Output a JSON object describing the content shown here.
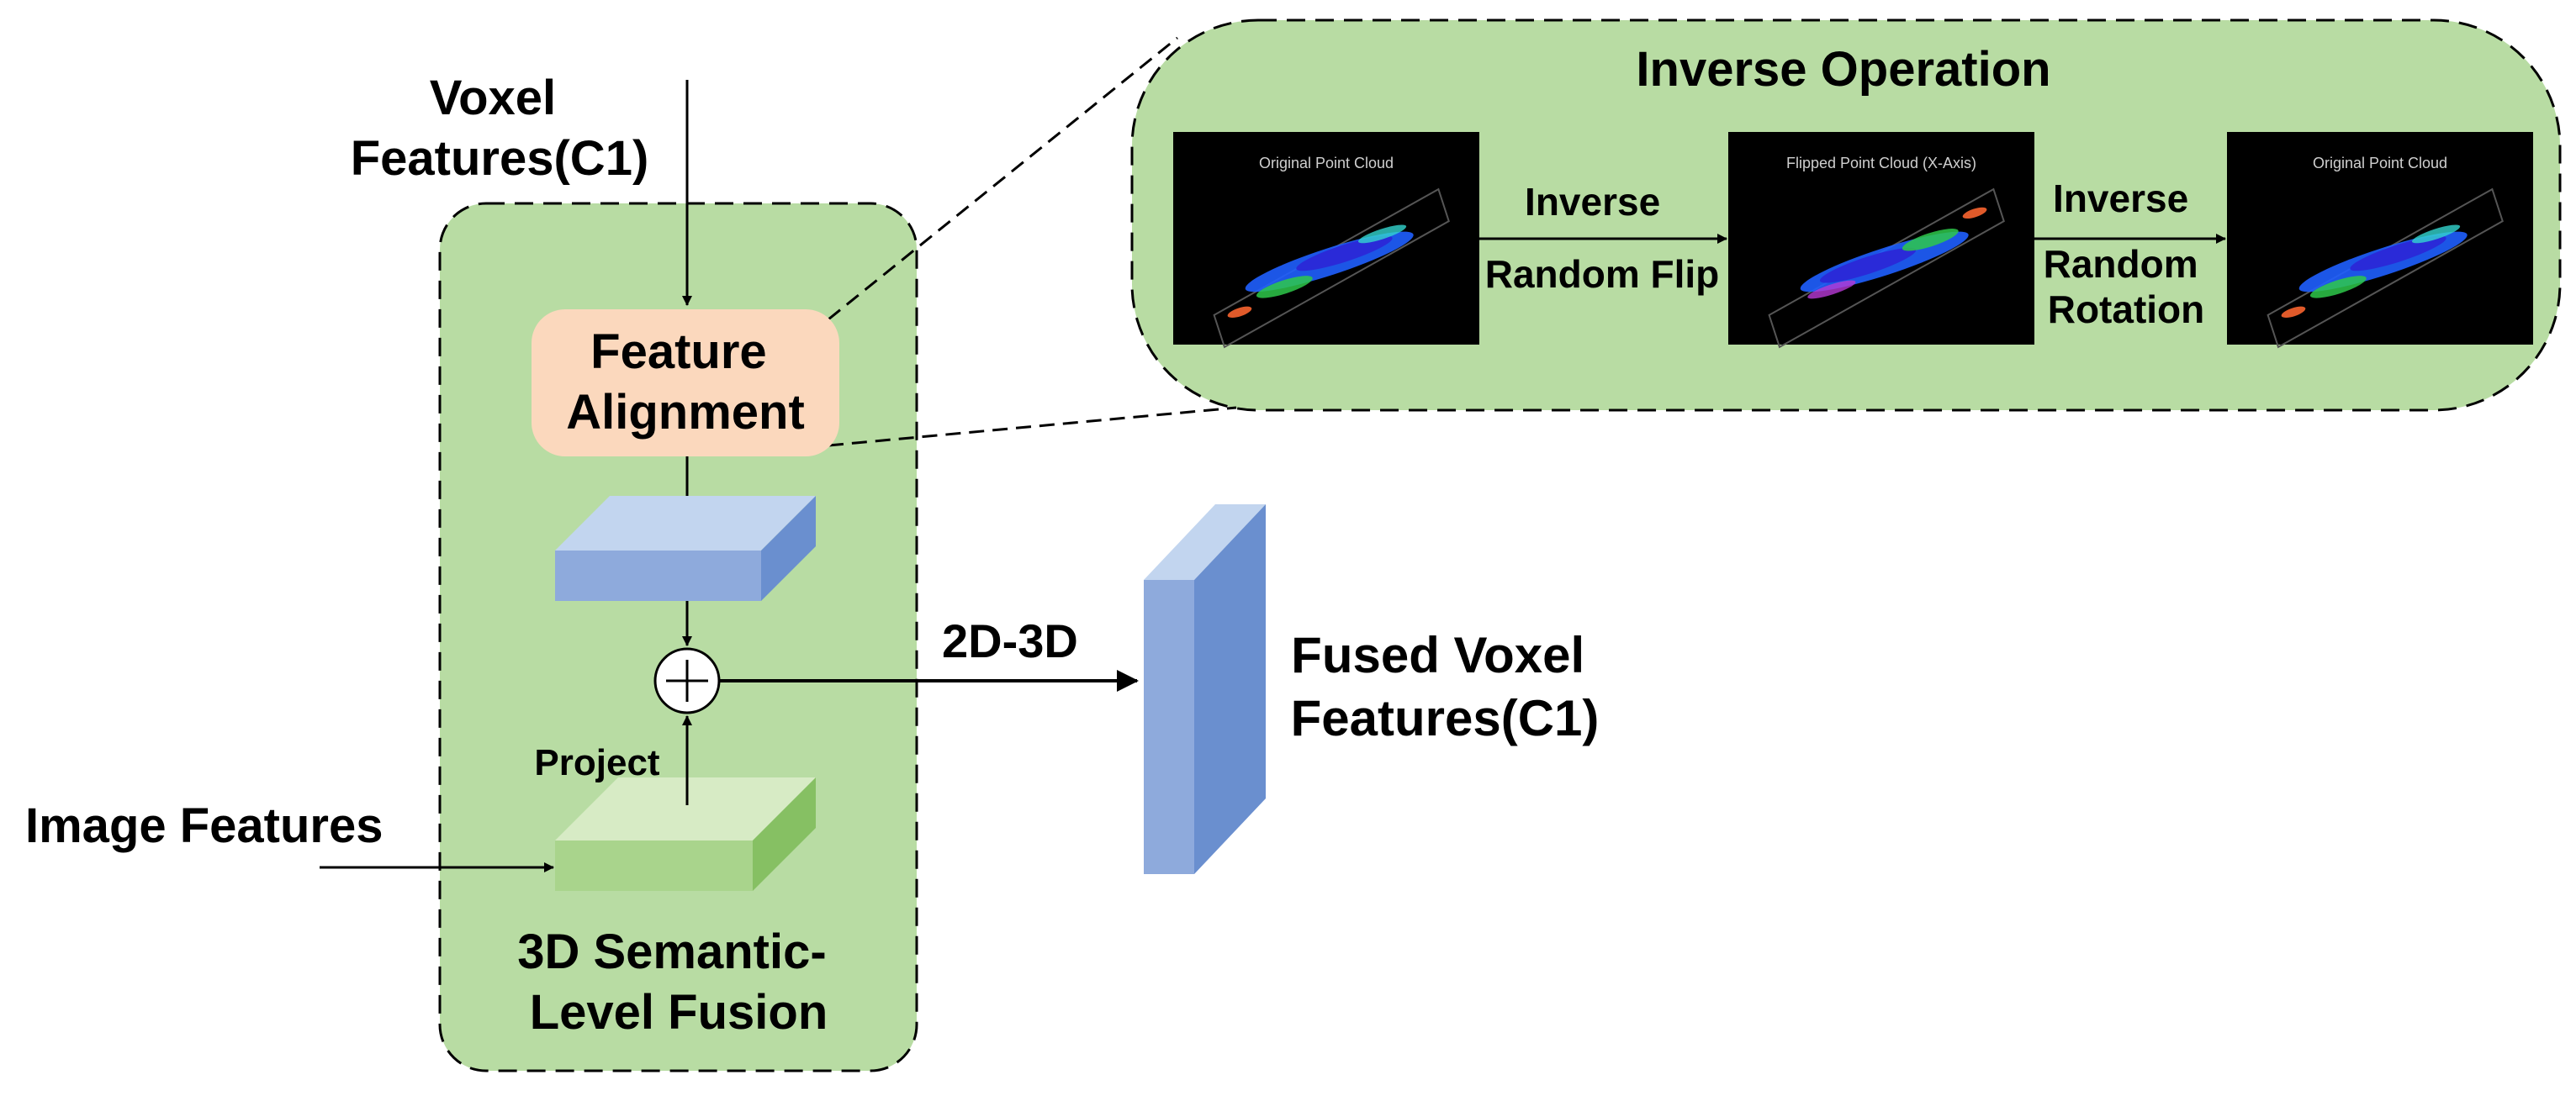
{
  "labels": {
    "voxel_features_line1": "Voxel",
    "voxel_features_line2": "Features(C1)",
    "feature_alignment_line1": "Feature",
    "feature_alignment_line2": "Alignment",
    "image_features": "Image Features",
    "project": "Project",
    "semantic_fusion_line1": "3D Semantic-",
    "semantic_fusion_line2": "Level Fusion",
    "projection_2d3d": "2D-3D",
    "fused_voxel_line1": "Fused Voxel",
    "fused_voxel_line2": "Features(C1)",
    "plus_symbol": "+"
  },
  "inverse_operation": {
    "title": "Inverse Operation",
    "step1_line1": "Inverse",
    "step1_line2": "Random Flip",
    "step2_line1": "Inverse",
    "step2_line2": "Random",
    "step2_line3": "Rotation",
    "images": [
      {
        "title": "Original Point Cloud"
      },
      {
        "title": "Flipped Point Cloud (X-Axis)"
      },
      {
        "title": "Original Point Cloud"
      }
    ]
  },
  "colors": {
    "green_region": "#b8dca3",
    "feature_alignment_fill": "#fbd8bd",
    "blue_block_top": "#c2d5ef",
    "blue_block_front": "#8eaadc",
    "blue_block_side": "#6a8fcf",
    "green_block_top": "#d7ebc5",
    "green_block_front": "#a9d48c",
    "green_block_side": "#86c063",
    "fused_front": "#8eaadc",
    "fused_side": "#6a8fcf",
    "fused_top": "#c2d5ef"
  }
}
